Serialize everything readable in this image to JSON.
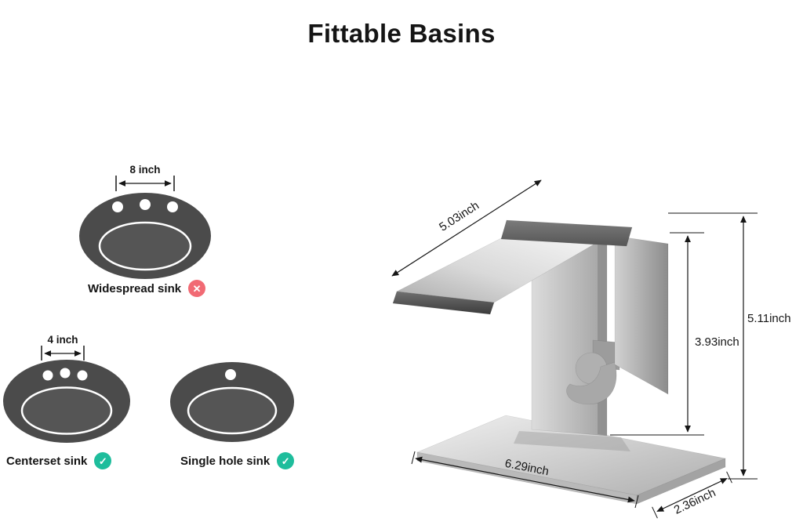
{
  "title": "Fittable Basins",
  "sinks": {
    "widespread": {
      "label": "Widespread sink",
      "hole_spacing": "8 inch",
      "holes": 3,
      "fit": "incompatible"
    },
    "centerset": {
      "label": "Centerset sink",
      "hole_spacing": "4 inch",
      "holes": 3,
      "fit": "compatible"
    },
    "single_hole": {
      "label": "Single hole sink",
      "holes": 1,
      "fit": "compatible"
    }
  },
  "icons": {
    "incompatible": "✕",
    "compatible": "✓"
  },
  "faucet_dimensions": {
    "spout_reach": "5.03inch",
    "spout_height": "3.93inch",
    "overall_height": "5.11inch",
    "plate_length": "6.29inch",
    "plate_depth": "2.36inch"
  },
  "colors": {
    "incompatible_badge": "#f16a74",
    "compatible_badge": "#1ebd9c",
    "sink_fill": "#4b4b4b",
    "sink_rim": "#ffffff",
    "faucet_metal_light": "#efefef",
    "faucet_metal_dark": "#8e8e8e",
    "annotation": "#161616",
    "background": "#ffffff"
  }
}
